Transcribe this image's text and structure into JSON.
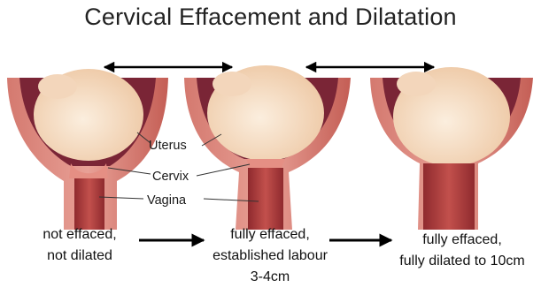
{
  "title": "Cervical Effacement and Dilatation",
  "labels": {
    "uterus": "Uterus",
    "cervix": "Cervix",
    "vagina": "Vagina"
  },
  "stages": [
    {
      "line1": "not effaced,",
      "line2": "not dilated",
      "line3": ""
    },
    {
      "line1": "fully effaced,",
      "line2": "established labour",
      "line3": "3-4cm"
    },
    {
      "line1": "fully effaced,",
      "line2": "fully dilated to 10cm",
      "line3": ""
    }
  ],
  "colors": {
    "uterus_wall": "#c0504d",
    "uterus_inner": "#d9827a",
    "amniotic": "#7a2536",
    "fetus": "#f5dcc0",
    "cervix": "#e58f84",
    "vagina": "#b03a3a",
    "arrow": "#000000"
  }
}
